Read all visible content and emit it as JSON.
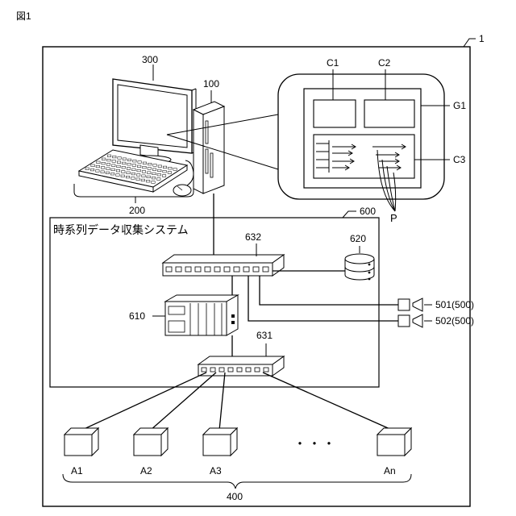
{
  "figure_label": "図1",
  "ref_overall": "1",
  "ref_pc": "100",
  "ref_keyboard": "200",
  "ref_monitor": "300",
  "ref_devices": "400",
  "ref_system": "600",
  "ref_storage": "620",
  "ref_plc": "610",
  "ref_switch_upper": "632",
  "ref_switch_lower": "631",
  "system_title": "時系列データ収集システム",
  "screen": {
    "c1": "C1",
    "c2": "C2",
    "g1": "G1",
    "c3": "C3",
    "p": "P"
  },
  "cameras": [
    {
      "label": "501(500)"
    },
    {
      "label": "502(500)"
    }
  ],
  "devices": [
    {
      "label": "A1"
    },
    {
      "label": "A2"
    },
    {
      "label": "A3"
    },
    {
      "label": "An"
    }
  ],
  "ellipsis": "・・・"
}
